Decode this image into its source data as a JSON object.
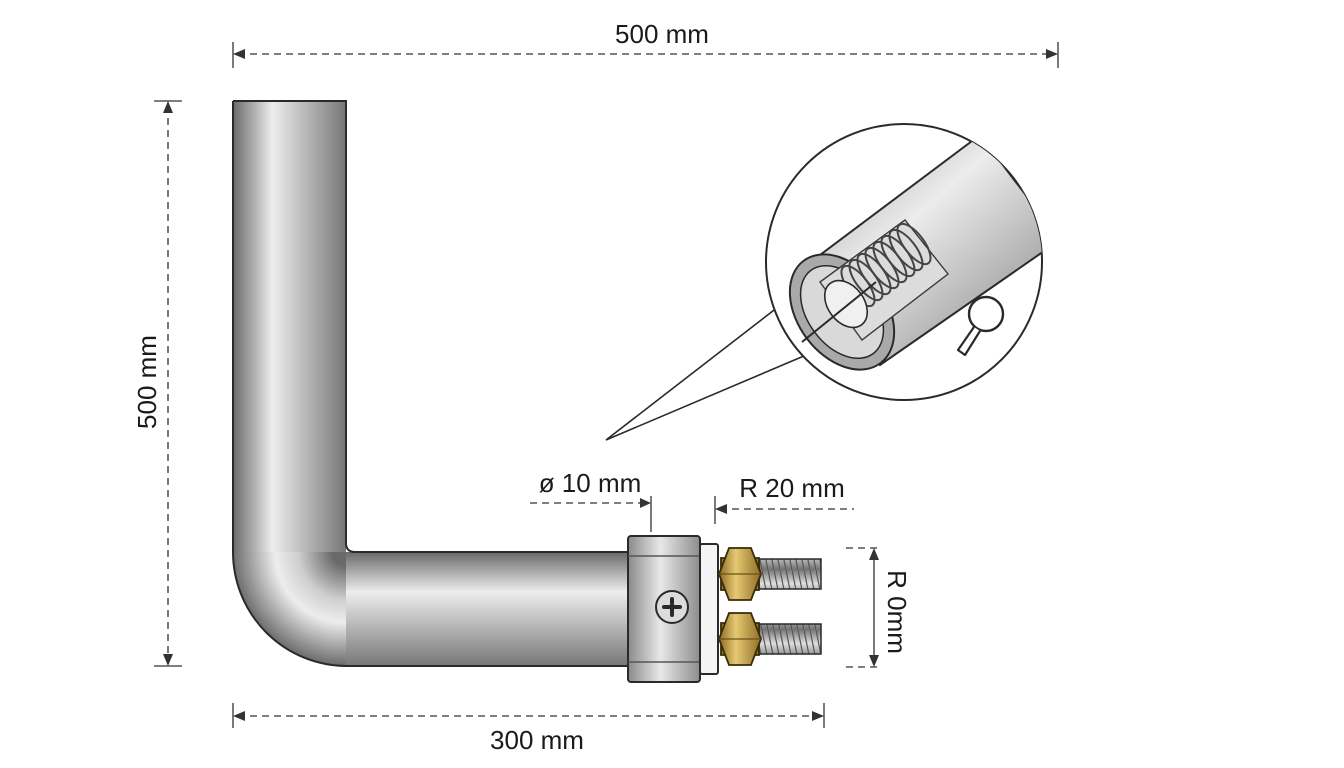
{
  "dimensions": {
    "top_width": "500 mm",
    "left_height": "500 mm",
    "bottom_length": "300 mm",
    "diameter": "ø 10 mm",
    "bend_radius": "R 20 mm",
    "terminal_radius": "R 0mm"
  },
  "colors": {
    "tube_dark": "#6e6e6e",
    "tube_light": "#e9e9e9",
    "brass": "#c9a64a",
    "line": "#333333"
  },
  "icons": {
    "zoom": "magnifier-icon",
    "screw": "phillips-screw-icon"
  }
}
